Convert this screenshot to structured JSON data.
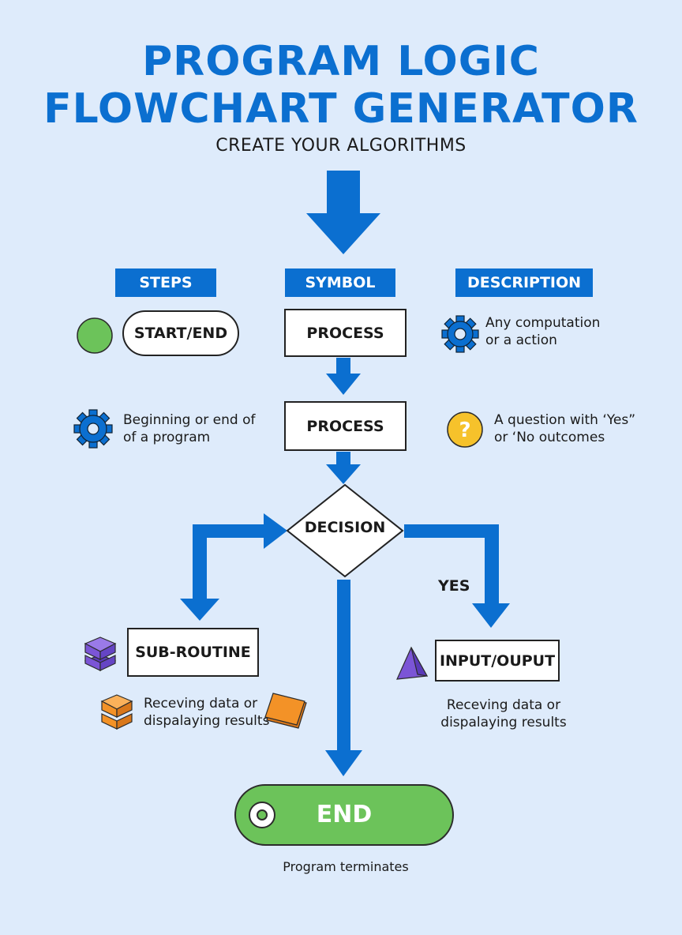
{
  "title": {
    "line1": "PROGRAM LOGIC",
    "line2": "FLOWCHART GENERATOR",
    "subtitle": "CREATE YOUR ALGORITHMS"
  },
  "headers": {
    "steps": "STEPS",
    "symbol": "SYMBOL",
    "description": "DESCRIPTION"
  },
  "nodes": {
    "start_end": "START/END",
    "process1": "PROCESS",
    "process2": "PROCESS",
    "decision": "DECISION",
    "subroutine": "SUB-ROUTINE",
    "input_output": "INPUT/OUPUT",
    "end": "END"
  },
  "descriptions": {
    "computation": [
      "Any computation",
      "or a action"
    ],
    "beginning": [
      "Beginning or end of",
      "of a program"
    ],
    "question": [
      "A question with ‘Yes”",
      "or   ‘No outcomes"
    ],
    "receiving_left": [
      "Receving data or",
      "dispalaying results"
    ],
    "receiving_right": [
      "Receving data or",
      "dispalaying results"
    ],
    "terminates": "Program terminates"
  },
  "labels": {
    "yes": "YES"
  },
  "colors": {
    "background": "#deebfb",
    "primary_blue": "#0b6fd0",
    "start_green": "#6cc35a",
    "question_yellow": "#f6c22b",
    "cube_purple": "#7b55d6",
    "cube_orange": "#f39227"
  },
  "icons": [
    "green-circle-icon",
    "gear-icon",
    "question-icon",
    "purple-stack-icon",
    "orange-stack-icon",
    "orange-card-icon",
    "triangle-icon",
    "end-ring-icon"
  ]
}
